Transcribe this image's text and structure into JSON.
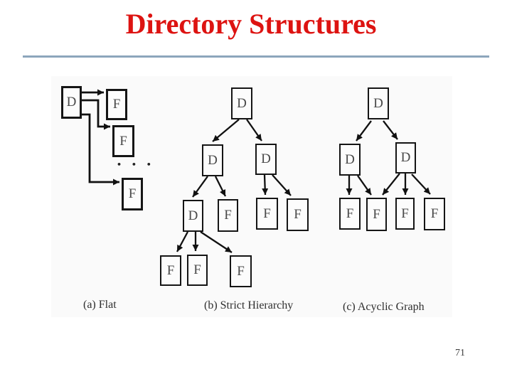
{
  "slide": {
    "title": "Directory Structures",
    "page_number": "71"
  },
  "colors": {
    "title_red": "#dd1311",
    "divider_blue": "#8ca6bc",
    "diagram_ink": "#111111",
    "figure_background": "#fafafa"
  },
  "figure": {
    "flat": {
      "caption": "(a) Flat",
      "dots": "• • •",
      "nodes": {
        "d": "D",
        "f1": "F",
        "f2": "F",
        "f3": "F"
      }
    },
    "hierarchy": {
      "caption": "(b) Strict Hierarchy",
      "nodes": {
        "root": "D",
        "left": "D",
        "right": "D",
        "left_child": "D",
        "file_left": "F",
        "file_r1": "F",
        "file_r2": "F",
        "file_b1": "F",
        "file_b2": "F",
        "file_b3": "F"
      }
    },
    "acyclic": {
      "caption": "(c) Acyclic Graph",
      "nodes": {
        "root": "D",
        "left": "D",
        "right": "D",
        "f1": "F",
        "f2": "F",
        "f3": "F",
        "f4": "F"
      }
    }
  }
}
